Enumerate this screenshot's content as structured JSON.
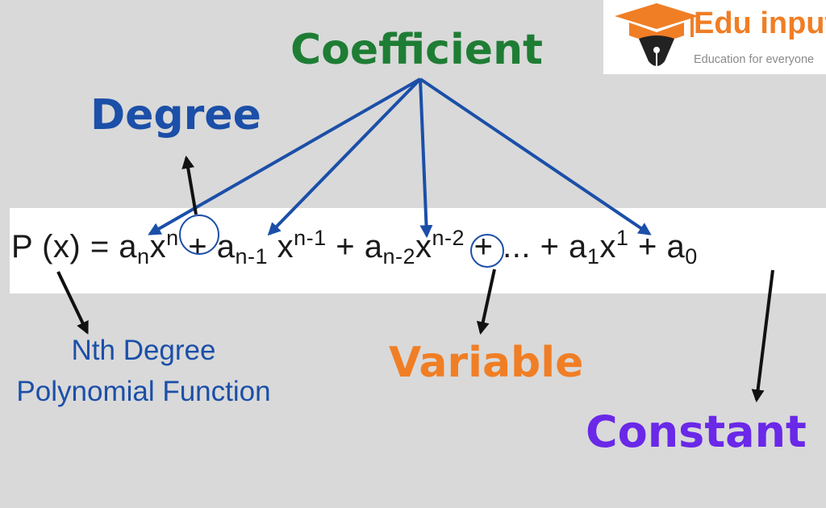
{
  "labels": {
    "coefficient": "Coefficient",
    "degree": "Degree",
    "variable": "Variable",
    "constant": "Constant",
    "nth_line1": "Nth Degree",
    "nth_line2": "Polynomial  Function"
  },
  "equation": [
    {
      "t": "P (x) = a"
    },
    {
      "sub": "n"
    },
    {
      "t": "x"
    },
    {
      "sup": "n"
    },
    {
      "t": " + a"
    },
    {
      "sub": "n-1"
    },
    {
      "t": " x"
    },
    {
      "sup": "n-1"
    },
    {
      "t": " + a"
    },
    {
      "sub": "n-2"
    },
    {
      "t": "x"
    },
    {
      "sup": "n-2"
    },
    {
      "t": " + ... + a"
    },
    {
      "sub": "1"
    },
    {
      "t": "x"
    },
    {
      "sup": "1"
    },
    {
      "t": " + a"
    },
    {
      "sub": "0"
    }
  ],
  "logo": {
    "name": "Edu input",
    "tagline": "Education for everyone"
  },
  "colors": {
    "coefficient": "#1e7d34",
    "degree": "#1b4fa8",
    "variable": "#f07e25",
    "constant": "#6a28e8",
    "blue_arrow": "#1b4fa8",
    "black_arrow": "#111111"
  }
}
